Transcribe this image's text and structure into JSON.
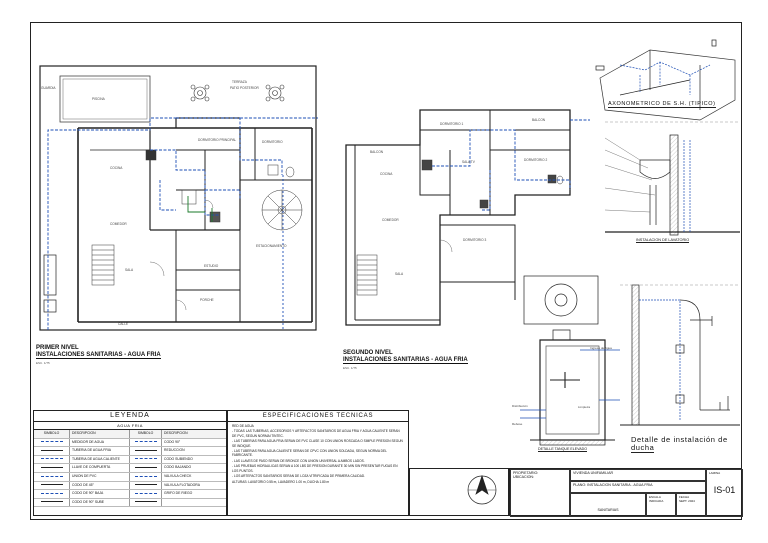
{
  "plans": {
    "first_floor": {
      "title_line1": "PRIMER NIVEL",
      "title_line2": "INSTALACIONES SANITARIAS - AGUA FRIA",
      "scale": "ESC. 1/75",
      "rooms": [
        "PISCINA",
        "TERRAZA",
        "DORMITORIO PRINCIPAL",
        "DORMITORIO",
        "COCINA",
        "COMEDOR",
        "SALA",
        "ESTUDIO",
        "ESTACIONAMIENTO",
        "PORCHE",
        "CALLE",
        "PATIO POSTERIOR",
        "GUARDIA"
      ]
    },
    "second_floor": {
      "title_line1": "SEGUNDO NIVEL",
      "title_line2": "INSTALACIONES SANITARIAS - AGUA FRIA",
      "scale": "ESC. 1/75",
      "rooms": [
        "BALCON",
        "COCINA",
        "COMEDOR",
        "SALA",
        "SALA TV",
        "DORMITORIO 1",
        "DORMITORIO 2",
        "DORMITORIO 3",
        "BALCON"
      ]
    }
  },
  "details": {
    "isometric": "AXONOMETRICO DE S.H. (TIPICO)",
    "lavatorio": "INSTALACION DE LAVATORIO",
    "tanque": "DETALLE TANQUE ELEVADO",
    "ducha_line1": "Detalle de instalación de",
    "ducha_line2": "ducha",
    "ingreso_agua": "Ingreso de Agua",
    "rebose": "Rebose",
    "limpieza": "Limpieza",
    "distribucion": "Distribución"
  },
  "legend": {
    "title": "LEYENDA",
    "subtitle": "AGUA FRIA",
    "headers": [
      "SIMBOLO",
      "DESCRIPCION",
      "SIMBOLO",
      "DESCRIPCION"
    ],
    "rows": [
      [
        "",
        "MEDIDOR DE AGUA",
        "",
        "CODO 90°"
      ],
      [
        "",
        "TUBERIA DE AGUA FRIA",
        "",
        "REDUCCION"
      ],
      [
        "",
        "TUBERIA DE AGUA CALIENTE",
        "",
        "CODO SUBIENDO"
      ],
      [
        "",
        "LLAVE DE COMPUERTA",
        "",
        "CODO BAJANDO"
      ],
      [
        "",
        "UNION DE PVC",
        "",
        "VALVULA CHECK"
      ],
      [
        "",
        "CODO DE 45°",
        "",
        "VALVULA FLOTADORA"
      ],
      [
        "",
        "CODO DE 90° BAJA",
        "",
        "GRIFO DE RIEGO"
      ],
      [
        "",
        "CODO DE 90° SUBE",
        "",
        ""
      ]
    ]
  },
  "specs": {
    "title": "ESPECIFICACIONES TECNICAS",
    "items": [
      "RED DE AGUA",
      "- TODAS LAS TUBERIAS, ACCESORIOS Y ARTEFACTOS SANITARIOS DE AGUA FRIA Y AGUA CALIENTE SERAN DE PVC, SEGUN NORMA ITINTEC.",
      "- LAS TUBERIAS PARA AGUA FRIA SERAN DE PVC CLASE 10 CON UNION ROSCADA O SIMPLE PRESION SEGUN SE INDIQUE.",
      "- LAS TUBERIAS PARA AGUA CALIENTE SERAN DE CPVC CON UNION SOLDADA, SEGUN NORMA DEL FABRICANTE.",
      "- LAS LLAVES DE PASO SERAN DE BRONCE CON UNION UNIVERSAL A AMBOS LADOS.",
      "- LAS PRUEBAS HIDRAULICAS SERAN A 100 LBS DE PRESION DURANTE 30 MIN SIN PRESENTAR FUGAS EN LOS PUNTOS.",
      "- LOS ARTEFACTOS SANITARIOS SERAN DE LOZA VITRIFICADA DE PRIMERA CALIDAD.",
      "ALTURAS: LAVATORIO 0.55 m, LAVADERO 1.00 m, DUCHA 1.80 m"
    ]
  },
  "title_block": {
    "proyecto_label": "PROPIETARIO:",
    "ubicacion_label": "UBICACION:",
    "proyecto_value": "VIVIENDA UNIFAMILIAR",
    "plano_label": "PLANO:",
    "plano_value": "INSTALACION SANITARIA - AGUA FRIA",
    "especialidad_label": "ESP.:",
    "especialidad_value": "SANITARIAS",
    "escala_label": "ESCALA",
    "escala_value": "INDICADA",
    "fecha_label": "FECHA",
    "fecha_value": "SEPT. 2024",
    "lamina_label": "LAMINA",
    "lamina_value": "IS-01"
  },
  "colors": {
    "water_line": "#1e4fb5",
    "wall": "#222222",
    "hot_line": "#1a7a2a"
  }
}
